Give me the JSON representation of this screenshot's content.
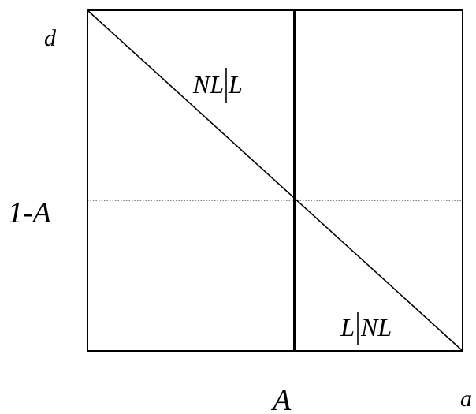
{
  "labels": {
    "y_axis": "d",
    "x_axis": "a",
    "y_mark": "1-A",
    "x_mark": "A",
    "upper_region_left": "NL",
    "upper_region_right": "L",
    "lower_region_left": "L",
    "lower_region_right": "NL"
  },
  "colors": {
    "stroke": "#000000",
    "background": "#ffffff"
  },
  "icons": {
    "separator": "vertical-bar"
  }
}
